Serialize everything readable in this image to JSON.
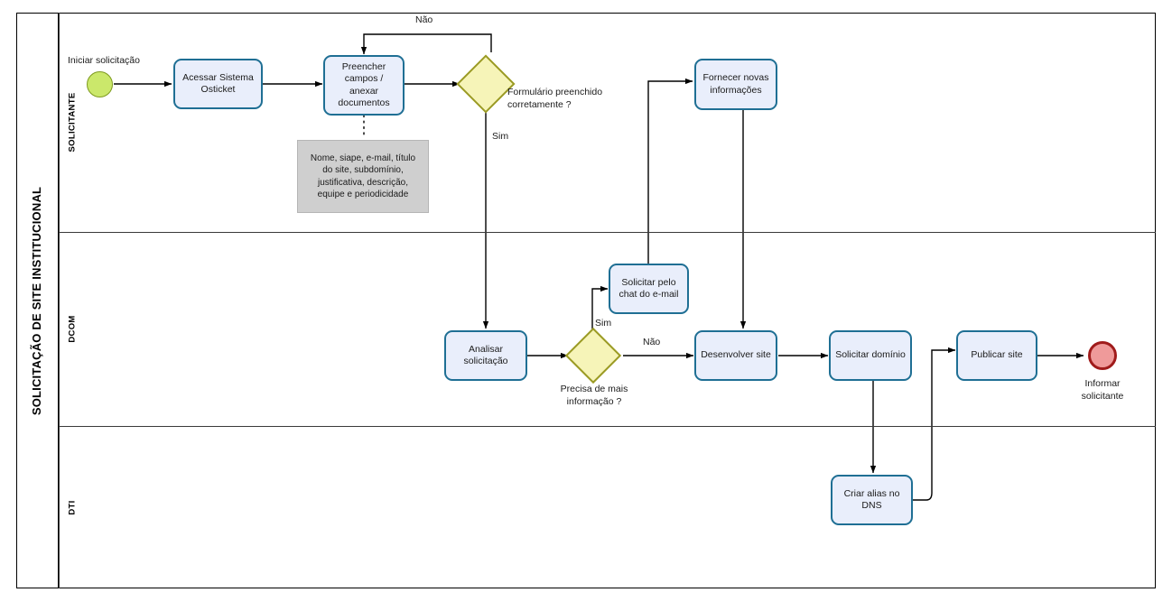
{
  "diagram": {
    "type": "bpmn-process-flow",
    "pool_title": "SOLICITAÇÃO DE SITE INSTITUCIONAL",
    "lanes": [
      {
        "id": "solicitante",
        "label": "SOLICITANTE"
      },
      {
        "id": "dcom",
        "label": "DCOM"
      },
      {
        "id": "dti",
        "label": "DTI"
      }
    ],
    "events": [
      {
        "id": "start",
        "kind": "start-event",
        "label": "Iniciar solicitação",
        "lane": "solicitante",
        "fill": "#cbe86b",
        "stroke": "#7f9b20"
      },
      {
        "id": "end",
        "kind": "end-event",
        "label": "Informar\nsolicitante",
        "lane": "dcom",
        "fill": "#ef9a9a",
        "stroke": "#a01b1b"
      }
    ],
    "tasks": [
      {
        "id": "acessar",
        "label": "Acessar Sistema\nOsticket",
        "lane": "solicitante"
      },
      {
        "id": "preencher",
        "label": "Preencher\ncampos /\nanexar\ndocumentos",
        "lane": "solicitante"
      },
      {
        "id": "fornecer",
        "label": "Fornecer novas\ninformações",
        "lane": "solicitante"
      },
      {
        "id": "solicitar-chat",
        "label": "Solicitar pelo\nchat do e-mail",
        "lane": "dcom"
      },
      {
        "id": "analisar",
        "label": "Analisar\nsolicitação",
        "lane": "dcom"
      },
      {
        "id": "desenvolver",
        "label": "Desenvolver site",
        "lane": "dcom"
      },
      {
        "id": "dominio",
        "label": "Solicitar domínio",
        "lane": "dcom"
      },
      {
        "id": "publicar",
        "label": "Publicar site",
        "lane": "dcom"
      },
      {
        "id": "dns",
        "label": "Criar alias no\nDNS",
        "lane": "dti"
      }
    ],
    "gateways": [
      {
        "id": "gw-form",
        "label": "Formulário preenchido\ncorretamente ?",
        "lane": "solicitante",
        "fill": "#f6f4b8",
        "stroke": "#9a9a24"
      },
      {
        "id": "gw-info",
        "label": "Precisa de mais\ninformação ?",
        "lane": "dcom",
        "fill": "#f6f4b8",
        "stroke": "#9a9a24"
      }
    ],
    "annotations": [
      {
        "id": "note-campos",
        "text": "Nome, siape, e-mail, título\ndo site, subdomínio,\njustificativa, descrição,\nequipe e periodicidade",
        "attached_to": "preencher",
        "fill": "#cfcfcf"
      }
    ],
    "edge_labels": [
      {
        "id": "edge-nao-form",
        "text": "Não",
        "from": "gw-form",
        "to": "preencher"
      },
      {
        "id": "edge-sim-form",
        "text": "Sim",
        "from": "gw-form",
        "to": "analisar"
      },
      {
        "id": "edge-sim-info",
        "text": "Sim",
        "from": "gw-info",
        "to": "solicitar-chat"
      },
      {
        "id": "edge-nao-info",
        "text": "Não",
        "from": "gw-info",
        "to": "desenvolver"
      }
    ],
    "colors": {
      "task_fill": "#e9eefb",
      "task_stroke": "#1f6f94",
      "gateway_fill": "#f6f4b8",
      "gateway_stroke": "#9a9a24",
      "start_fill": "#cbe86b",
      "start_stroke": "#7f9b20",
      "end_fill": "#ef9a9a",
      "end_stroke": "#a01b1b",
      "note_fill": "#cfcfcf",
      "connector": "#000000",
      "lane_border": "#3a3a3a",
      "pool_border": "#000000"
    }
  }
}
